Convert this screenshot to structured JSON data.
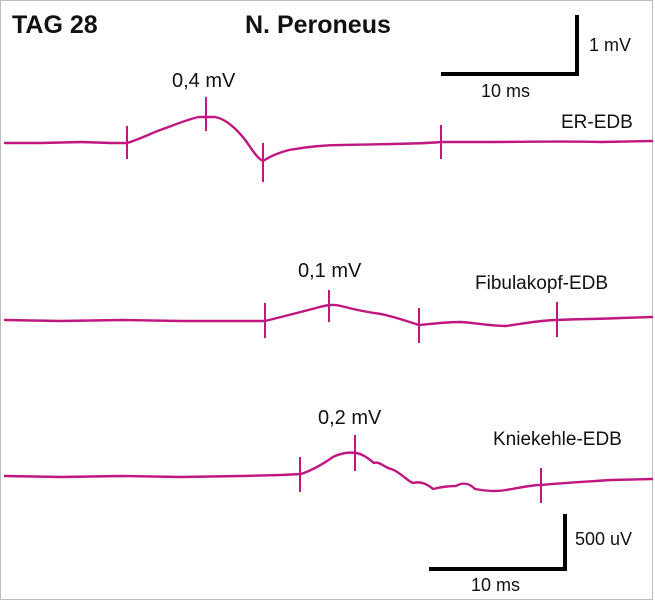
{
  "title_left": "TAG 28",
  "title_center": "N. Peroneus",
  "colors": {
    "trace": "#c0167f",
    "scale_bar": "#000000"
  },
  "scale_top": {
    "amplitude": "1 mV",
    "time": "10 ms"
  },
  "scale_bottom": {
    "amplitude": "500 uV",
    "time": "10 ms"
  },
  "traces": [
    {
      "label": "ER-EDB",
      "amplitude": "0,4 mV"
    },
    {
      "label": "Fibulakopf-EDB",
      "amplitude": "0,1 mV"
    },
    {
      "label": "Kniekehle-EDB",
      "amplitude": "0,2 mV"
    }
  ]
}
